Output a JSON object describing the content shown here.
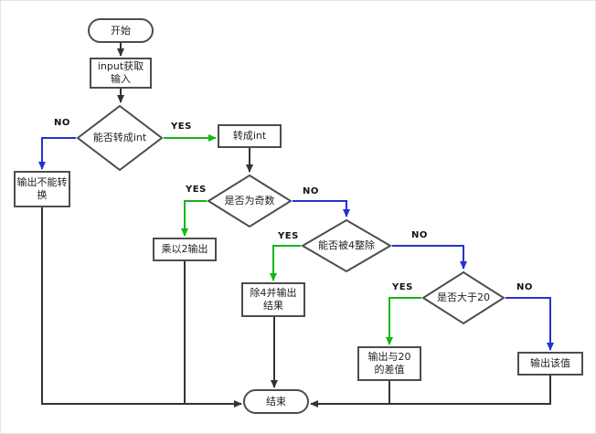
{
  "colors": {
    "yes": "#16b616",
    "no": "#2433d0",
    "line": "#333333",
    "border": "#4d4d4d",
    "fill": "#ffffff",
    "text": "#222222",
    "label": "#111111"
  },
  "nodes": {
    "start": {
      "label": "开始"
    },
    "get_input": {
      "label": "input获取\n输入"
    },
    "can_convert_int": {
      "label": "能否转成int"
    },
    "output_cannot_convert": {
      "label": "输出不能转\n换"
    },
    "to_int": {
      "label": "转成int"
    },
    "is_odd": {
      "label": "是否为奇数"
    },
    "multiply_by_2": {
      "label": "乘以2输出"
    },
    "divisible_by_4": {
      "label": "能否被4整除"
    },
    "divide_by_4_output": {
      "label": "除4并输出\n结果"
    },
    "greater_than_20": {
      "label": "是否大于20"
    },
    "output_diff_20": {
      "label": "输出与20\n的差值"
    },
    "output_value": {
      "label": "输出该值"
    },
    "end": {
      "label": "结束"
    }
  },
  "edge_labels": {
    "yes": "YES",
    "no": "NO"
  }
}
